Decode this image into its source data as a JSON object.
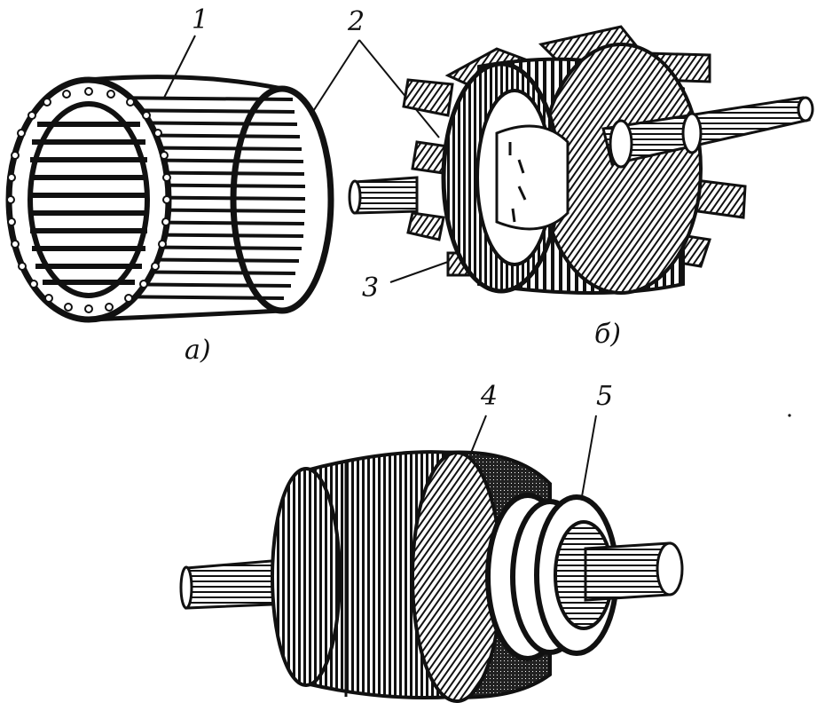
{
  "figure": {
    "labels": {
      "l1": "1",
      "l2": "2",
      "l3": "3",
      "l4": "4",
      "l5": "5"
    },
    "captions": {
      "a": "a)",
      "b": "б)"
    }
  },
  "components": {
    "a": "squirrel-cage-winding",
    "b": "squirrel-cage-rotor-with-fan-blades",
    "c": "wound-rotor-with-slip-rings"
  },
  "colors": {
    "ink": "#111111",
    "paper": "#ffffff"
  }
}
